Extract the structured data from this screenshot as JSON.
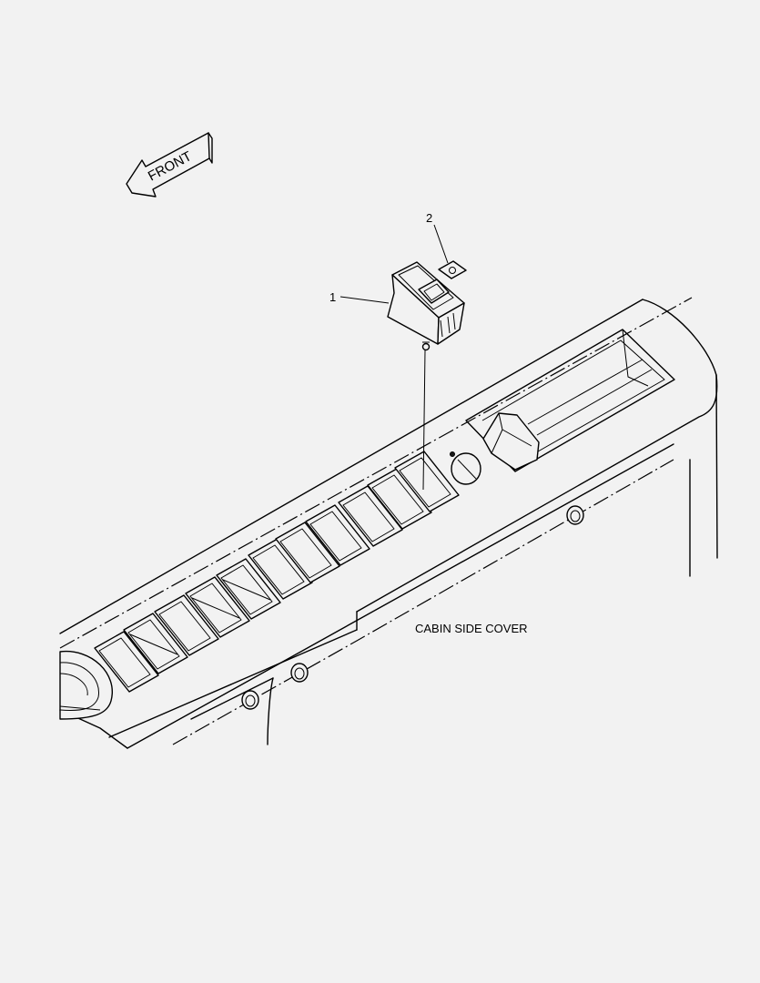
{
  "direction_label": "FRONT",
  "callouts": [
    {
      "number": "1",
      "part": "rocker-switch"
    },
    {
      "number": "2",
      "part": "switch-symbol-plate"
    }
  ],
  "assembly_label": "CABIN SIDE COVER",
  "colors": {
    "background": "#f2f2f2",
    "line": "#000000"
  }
}
